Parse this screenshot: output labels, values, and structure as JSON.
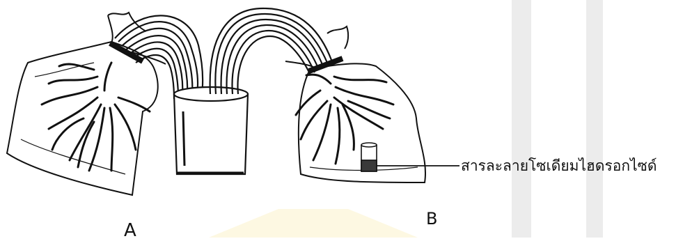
{
  "labels": {
    "bag_a": "A",
    "bag_b": "B",
    "solution": "สารละลายโซเดียมไฮดรอกไซด์"
  },
  "colors": {
    "ink": "#111111",
    "watermark_gray": "#ececec",
    "watermark_yellow": "#fbf4cf",
    "solution": "#3a3a3a"
  }
}
